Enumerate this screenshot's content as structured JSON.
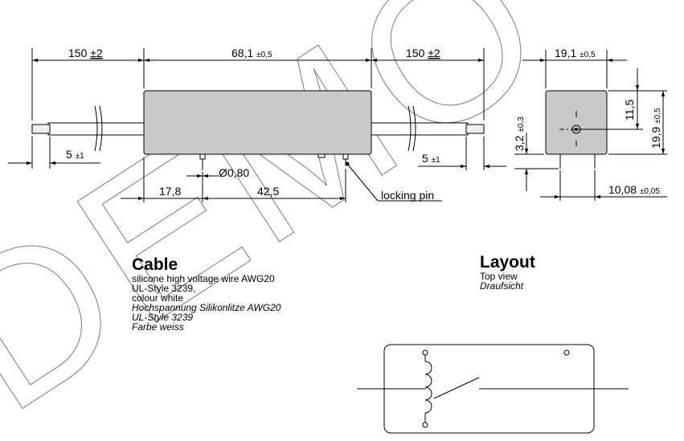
{
  "dimensions": {
    "left_cable_len": "150 ",
    "left_cable_tol": "±2",
    "body_len": "68,1 ",
    "body_len_tol": "±0,5",
    "right_cable_len": "150 ",
    "right_cable_tol": "±2",
    "side_width": "19,1 ",
    "side_width_tol": "±0,5",
    "left_strip": "5 ",
    "left_strip_tol": "±1",
    "right_strip": "5 ",
    "right_strip_tol": "±1",
    "pin_diameter": "0,80",
    "pin_offset": "17,8",
    "pin_spacing": "42,5",
    "locking_pin": "locking pin",
    "pin_height": "3,2 ",
    "pin_height_tol": "±0,3",
    "side_height": "11,5",
    "total_height": "19,9 ",
    "total_height_tol": "±0,5",
    "side_pin_spacing": "10,08 ",
    "side_pin_spacing_tol": "±0,05"
  },
  "cable": {
    "heading": "Cable",
    "lines": [
      "silicone high voltage wire AWG20",
      "UL-Style 3239,",
      "colour white",
      "Hochspannung Silikonlitze AWG20",
      "UL-Style 3239",
      "Farbe weiss"
    ]
  },
  "layout": {
    "heading": "Layout",
    "line1": "Top view",
    "line2": "Draufsicht"
  },
  "watermark": "DEMO"
}
